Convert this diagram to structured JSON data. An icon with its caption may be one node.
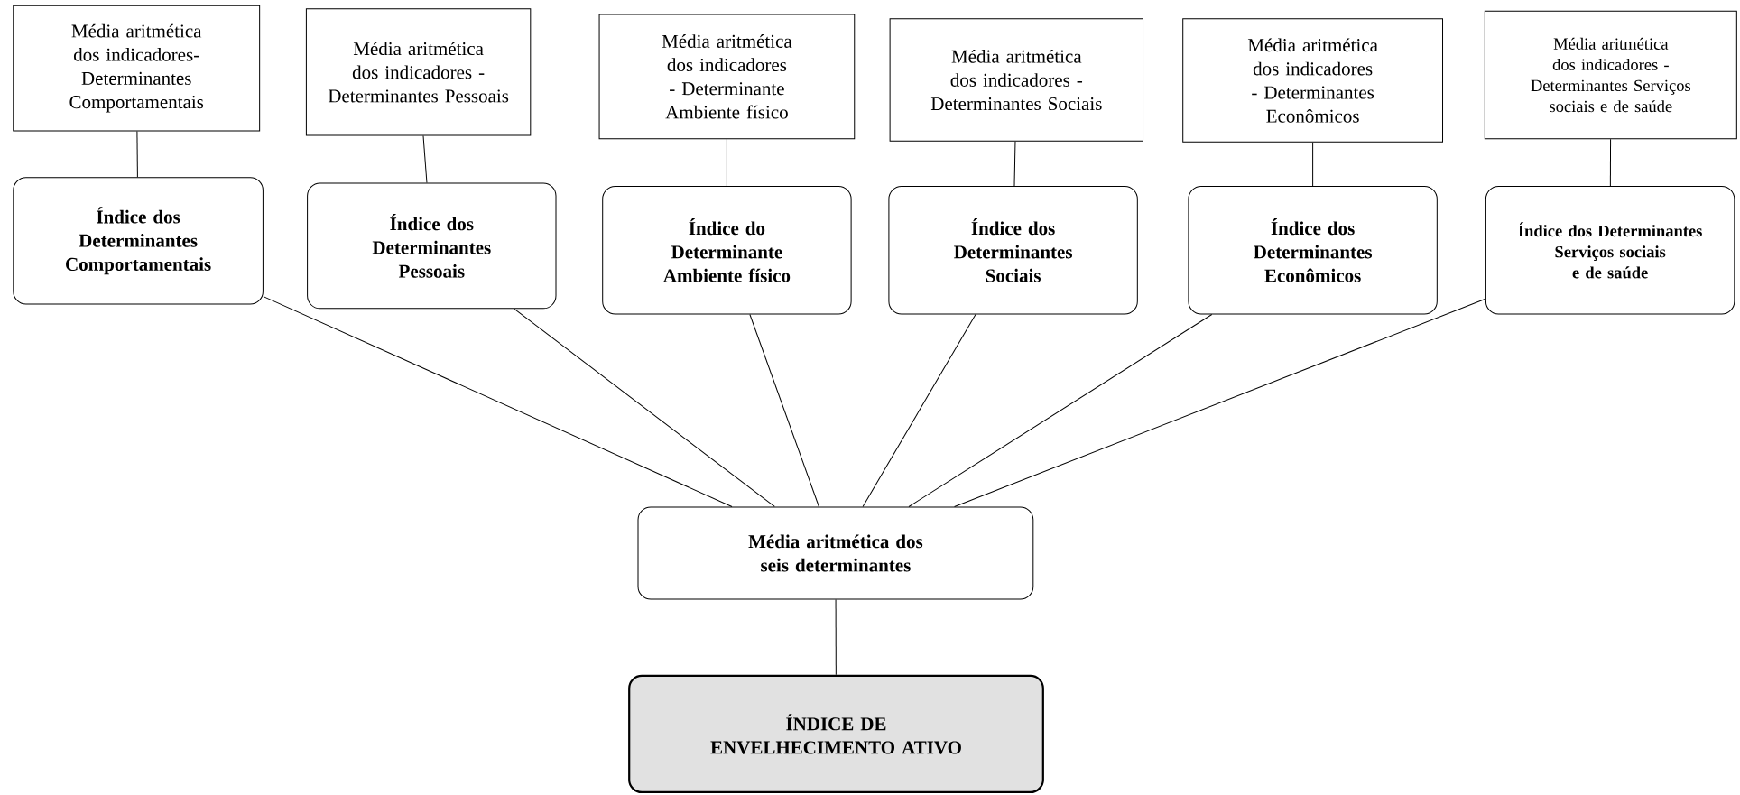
{
  "diagram": {
    "nodes": [
      {
        "text": [
          "Média aritmética dos indicadores- Determinantes Comportamentais"
        ]
      },
      {
        "text": [
          "Média aritmética dos indicadores - Determinantes Pessoais"
        ]
      },
      {
        "text": [
          "Média aritmética dos indicadores - Determinante Ambiente físico"
        ]
      },
      {
        "text": [
          "Média aritmética dos indicadores - Determinantes Sociais"
        ]
      },
      {
        "text": [
          "Média aritmética dos indicadores - Determinantes Econômicos"
        ]
      },
      {
        "text": [
          "Média aritmética dos indicadores - Determinantes Serviços sociais e de saúde"
        ]
      },
      {
        "text": [
          "Índice dos Determinantes Comportamentais"
        ]
      },
      {
        "text": [
          "Índice dos Determinantes Pessoais"
        ]
      },
      {
        "text": [
          "Índice do Determinante Ambiente físico"
        ]
      },
      {
        "text": [
          "Índice dos Determinantes Sociais"
        ]
      },
      {
        "text": [
          "Índice dos Determinantes Econômicos"
        ]
      },
      {
        "text": [
          "Índice dos Determinantes Serviços sociais e de saúde"
        ]
      },
      {
        "text": [
          "Média aritmética dos seis determinantes"
        ]
      },
      {
        "text": [
          "ÍNDICE DE ENVELHECIMENTO ATIVO"
        ]
      }
    ],
    "edges": [
      {
        "from": 0,
        "to": 6,
        "arrow": "none"
      },
      {
        "from": 1,
        "to": 7,
        "arrow": "none"
      },
      {
        "from": 2,
        "to": 8,
        "arrow": "none"
      },
      {
        "from": 3,
        "to": 9,
        "arrow": "none"
      },
      {
        "from": 4,
        "to": 10,
        "arrow": "none"
      },
      {
        "from": 5,
        "to": 11,
        "arrow": "none"
      },
      {
        "from": 6,
        "to": 12,
        "arrow": "none"
      },
      {
        "from": 7,
        "to": 12,
        "arrow": "none"
      },
      {
        "from": 8,
        "to": 12,
        "arrow": "none"
      },
      {
        "from": 9,
        "to": 12,
        "arrow": "none"
      },
      {
        "from": 10,
        "to": 12,
        "arrow": "none"
      },
      {
        "from": 11,
        "to": 12,
        "arrow": "none"
      },
      {
        "from": 12,
        "to": 13,
        "arrow": "none"
      }
    ]
  }
}
